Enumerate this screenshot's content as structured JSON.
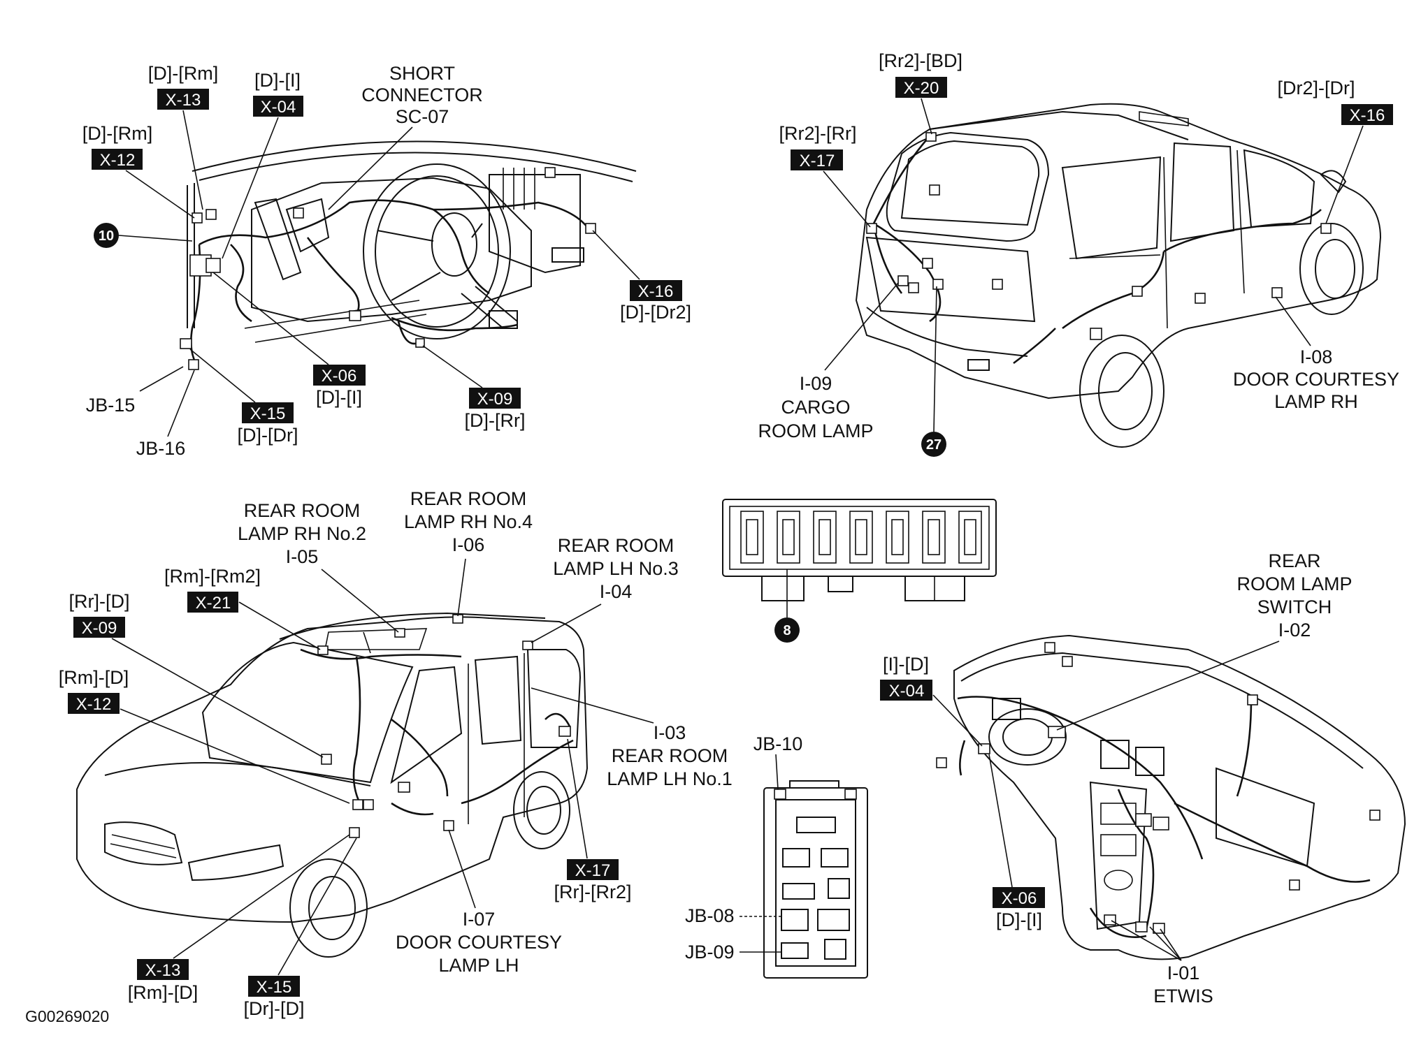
{
  "figure_code": "G00269020",
  "panels": {
    "dashboard_left": {
      "labels": {
        "x13_route": "[D]-[Rm]",
        "x13_badge": "X-13",
        "x04_route": "[D]-[I]",
        "x04_badge": "X-04",
        "short_connector_line1": "SHORT",
        "short_connector_line2": "CONNECTOR",
        "short_connector_line3": "SC-07",
        "x12_route": "[D]-[Rm]",
        "x12_badge": "X-12",
        "num10": "10",
        "x16_badge": "X-16",
        "x16_route": "[D]-[Dr2]",
        "x06_badge": "X-06",
        "x06_route": "[D]-[I]",
        "x09_badge": "X-09",
        "x09_route": "[D]-[Rr]",
        "x15_badge": "X-15",
        "x15_route": "[D]-[Dr]",
        "jb15": "JB-15",
        "jb16": "JB-16"
      }
    },
    "van_rear": {
      "labels": {
        "x20_route": "[Rr2]-[BD]",
        "x20_badge": "X-20",
        "x16_route": "[Dr2]-[Dr]",
        "x16_badge": "X-16",
        "x17_route": "[Rr2]-[Rr]",
        "x17_badge": "X-17",
        "i09_code": "I-09",
        "i09_line1": "CARGO",
        "i09_line2": "ROOM LAMP",
        "i08_code": "I-08",
        "i08_line1": "DOOR COURTESY",
        "i08_line2": "LAMP RH",
        "num27": "27"
      }
    },
    "van_front": {
      "labels": {
        "i05_line1": "REAR ROOM",
        "i05_line2": "LAMP RH No.2",
        "i05_code": "I-05",
        "i06_line1": "REAR ROOM",
        "i06_line2": "LAMP RH No.4",
        "i06_code": "I-06",
        "i04_line1": "REAR ROOM",
        "i04_line2": "LAMP LH No.3",
        "i04_code": "I-04",
        "x21_route": "[Rm]-[Rm2]",
        "x21_badge": "X-21",
        "x09_route": "[Rr]-[D]",
        "x09_badge": "X-09",
        "x12_route": "[Rm]-[D]",
        "x12_badge": "X-12",
        "i03_code": "I-03",
        "i03_line1": "REAR ROOM",
        "i03_line2": "LAMP LH No.1",
        "x17_badge": "X-17",
        "x17_route": "[Rr]-[Rr2]",
        "i07_code": "I-07",
        "i07_line1": "DOOR COURTESY",
        "i07_line2": "LAMP LH",
        "x13_badge": "X-13",
        "x13_route": "[Rm]-[D]",
        "x15_badge": "X-15",
        "x15_route": "[Dr]-[D]"
      }
    },
    "connector_block": {
      "labels": {
        "num8": "8"
      }
    },
    "junction_box": {
      "labels": {
        "jb10": "JB-10",
        "jb08": "JB-08",
        "jb09": "JB-09"
      }
    },
    "dashboard_right": {
      "labels": {
        "i02_line1": "REAR",
        "i02_line2": "ROOM LAMP",
        "i02_line3": "SWITCH",
        "i02_code": "I-02",
        "x04_route": "[I]-[D]",
        "x04_badge": "X-04",
        "x06_badge": "X-06",
        "x06_route": "[D]-[I]",
        "i01_code": "I-01",
        "i01_line1": "ETWIS"
      }
    }
  }
}
